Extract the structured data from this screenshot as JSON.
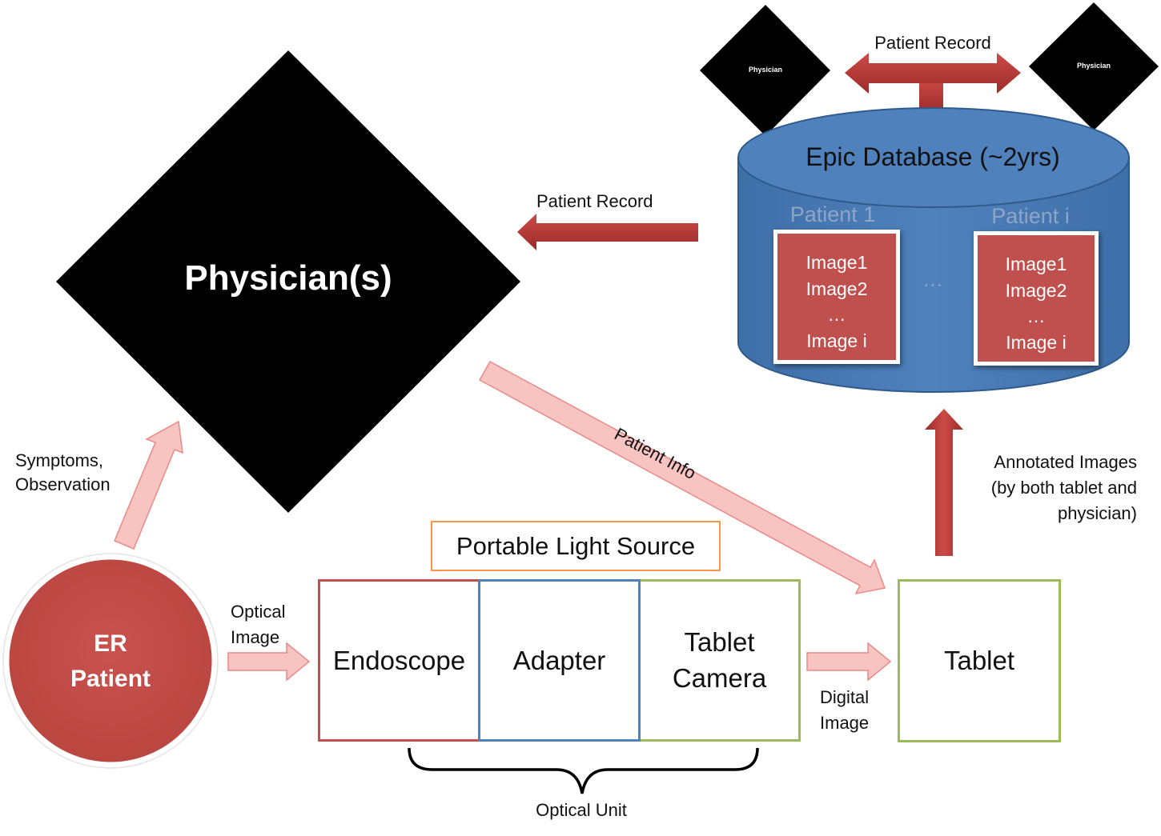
{
  "colors": {
    "accent_red": "#c0504d",
    "arrow_dark_red": "#b23a37",
    "arrow_light_red": "#f5b3b1",
    "db_blue": "#4f81bd",
    "box_red": "#c0504d",
    "box_blue": "#4f81bd",
    "box_green": "#9bbb59",
    "box_orange": "#f79646",
    "physician_black": "#000000"
  },
  "icons": [
    "database-cylinder",
    "diamond",
    "circle",
    "block-arrow",
    "curly-brace"
  ],
  "nodes": {
    "er_patient": {
      "line1": "ER",
      "line2": "Patient"
    },
    "physicians_main": "Physician(s)",
    "physician_small_left": "Physician",
    "physician_small_right": "Physician",
    "database": {
      "title": "Epic Database (~2yrs)",
      "patient1_label": "Patient 1",
      "patienti_label": "Patient i",
      "ellipsis": "…",
      "patient1_images": [
        "Image1",
        "Image2",
        "…",
        "Image i"
      ],
      "patienti_images": [
        "Image1",
        "Image2",
        "…",
        "Image i"
      ]
    },
    "portable_light_source": "Portable Light Source",
    "endoscope": "Endoscope",
    "adapter": "Adapter",
    "tablet_camera": {
      "line1": "Tablet",
      "line2": "Camera"
    },
    "tablet": "Tablet",
    "optical_unit": "Optical Unit"
  },
  "edges": {
    "symptoms": {
      "line1": "Symptoms,",
      "line2": "Observation"
    },
    "optical_image": {
      "line1": "Optical",
      "line2": "Image"
    },
    "digital_image": {
      "line1": "Digital",
      "line2": "Image"
    },
    "patient_record_left": "Patient Record",
    "patient_record_top": "Patient Record",
    "patient_info": "Patient Info",
    "annotated": {
      "line1": "Annotated Images",
      "line2": "(by both tablet and",
      "line3": "physician)"
    }
  }
}
